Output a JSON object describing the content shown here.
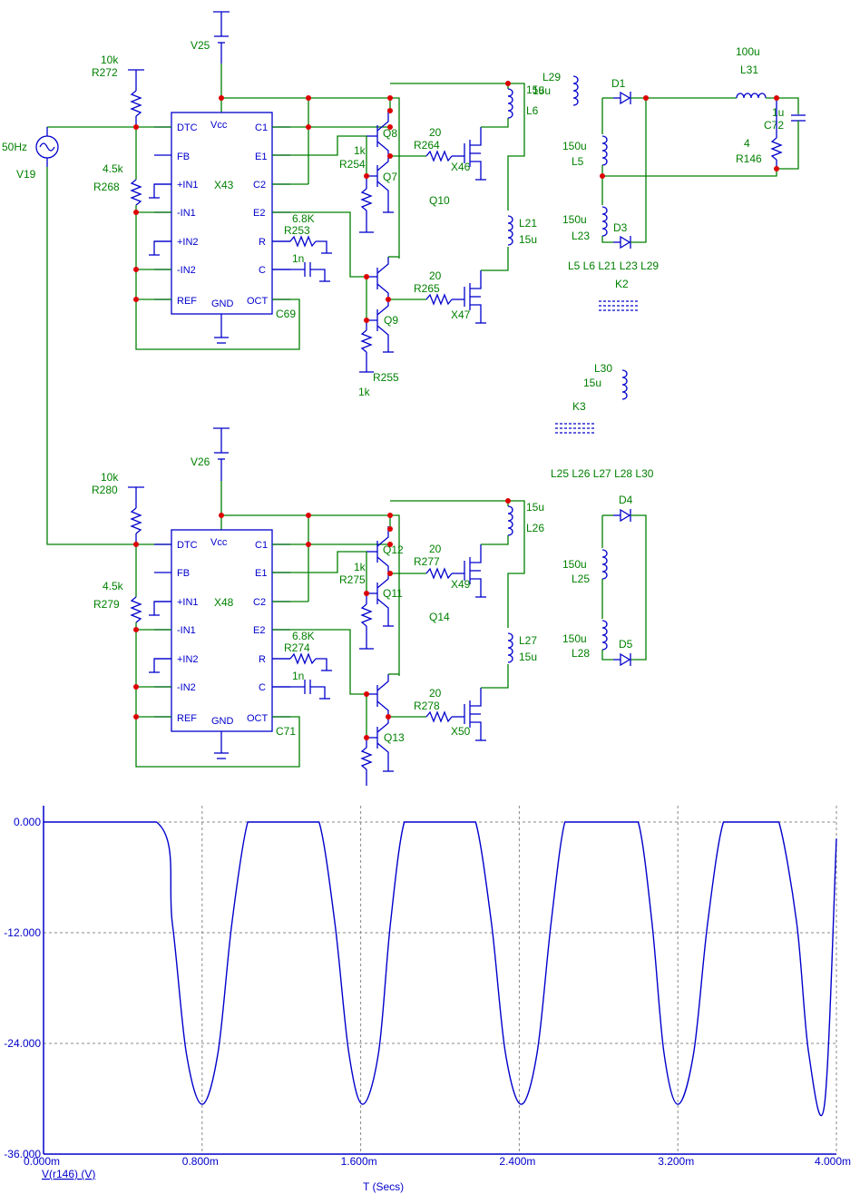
{
  "top": {
    "v_supply": "V25",
    "ic": "X43",
    "pins_left": [
      "DTC",
      "FB",
      "+IN1",
      "-IN1",
      "+IN2",
      "-IN2",
      "REF"
    ],
    "pins_right": [
      "C1",
      "E1",
      "C2",
      "E2",
      "R",
      "C",
      "OCT"
    ],
    "pin_vcc": "Vcc",
    "pin_gnd": "GND",
    "r_top_val": "10k",
    "r_top_name": "R272",
    "r_bot_val": "4.5k",
    "r_bot_name": "R268",
    "cap_name": "C69",
    "rt_val": "6.8K",
    "rt_name": "R253",
    "ct_val": "1n",
    "q_a": "Q8",
    "q_b": "Q7",
    "q_c": "Q9",
    "r_base_a_val": "1k",
    "r_base_a_name": "R254",
    "r_base_c_name": "R255",
    "r_base_c_val": "1k",
    "gate_a_val": "20",
    "gate_a_name": "R264",
    "fet_a": "X46",
    "gate_c_val": "20",
    "gate_c_name": "R265",
    "fet_c": "X47",
    "q_mid": "Q10",
    "l_a_val": "15u",
    "l_a_name": "L6",
    "l_b_name": "L21",
    "l_b_val": "15u"
  },
  "bottom": {
    "v_supply": "V26",
    "ic": "X48",
    "r_top_val": "10k",
    "r_top_name": "R280",
    "r_bot_val": "4.5k",
    "r_bot_name": "R279",
    "cap_name": "C71",
    "rt_val": "6.8K",
    "rt_name": "R274",
    "ct_val": "1n",
    "q_a": "Q12",
    "q_b": "Q11",
    "q_c": "Q13",
    "r_base_a_val": "1k",
    "r_base_a_name": "R275",
    "gate_a_val": "20",
    "gate_a_name": "R277",
    "fet_a": "X49",
    "gate_c_val": "20",
    "gate_c_name": "R278",
    "fet_c": "X50",
    "q_mid": "Q14",
    "l_a_val": "15u",
    "l_a_name": "L26",
    "l_b_name": "L27",
    "l_b_val": "15u"
  },
  "source": {
    "freq": "50Hz",
    "name": "V19"
  },
  "secondary": {
    "l29_name": "L29",
    "l29_val": "15u",
    "d1": "D1",
    "d3": "D3",
    "l5_val": "150u",
    "l5_name": "L5",
    "l23_val": "150u",
    "l23_name": "L23",
    "l31_val": "100u",
    "l31_name": "L31",
    "c72_val": "1u",
    "c72_name": "C72",
    "r146_val": "4",
    "r146_name": "R146",
    "k2_list": "L5 L6 L21 L23 L29",
    "k2_name": "K2",
    "l30_name": "L30",
    "l30_val": "15u",
    "k3_name": "K3",
    "k3_list": "L25 L26 L27 L28 L30",
    "d4": "D4",
    "d5": "D5",
    "l25_val": "150u",
    "l25_name": "L25",
    "l28_val": "150u",
    "l28_name": "L28"
  },
  "chart_data": {
    "type": "line",
    "title": "",
    "series": [
      {
        "name": "V(r146) (V)",
        "x": [
          0.0,
          0.57,
          0.65,
          0.72,
          0.8,
          0.88,
          0.95,
          1.03,
          1.09,
          1.16,
          1.24,
          1.31,
          1.39,
          1.47,
          1.54,
          1.61,
          1.69,
          1.75,
          1.82,
          1.9,
          1.98,
          2.05,
          2.11,
          2.18,
          2.26,
          2.33,
          2.41,
          2.49,
          2.56,
          2.63,
          2.7,
          2.78,
          2.84,
          2.92,
          3.0,
          3.07,
          3.13,
          3.2,
          3.28,
          3.35,
          3.43,
          3.51,
          3.58,
          3.65,
          3.71,
          3.8,
          3.86,
          3.94,
          4.0
        ],
        "y": [
          0,
          0,
          -11,
          -25,
          -30.6,
          -25,
          -11,
          0,
          0,
          0,
          0,
          0,
          0,
          -11,
          -25,
          -30.6,
          -25,
          -11,
          0,
          0,
          0,
          0,
          0,
          0,
          -11,
          -25,
          -30.6,
          -25,
          -11,
          0,
          0,
          0,
          0,
          0,
          0,
          -11,
          -25,
          -30.6,
          -25,
          -11,
          0,
          0,
          0,
          0,
          0,
          -11,
          -25,
          -30.6,
          -1.8
        ]
      }
    ],
    "xlabel": "T (Secs)",
    "x_ticks": [
      "0.000m",
      "0.800m",
      "1.600m",
      "2.400m",
      "3.200m",
      "4.000m"
    ],
    "y_ticks": [
      "0.000",
      "-12.000",
      "-24.000",
      "-36.000"
    ],
    "xlim": [
      0,
      4.0
    ],
    "ylim": [
      -36,
      0
    ],
    "grid": true,
    "legend": "bottom-left",
    "colors": {
      "trace": "#0000cc",
      "grid": "#888888",
      "wires": "#008000",
      "parts": "#0000cc",
      "junction": "#dd0000"
    }
  }
}
